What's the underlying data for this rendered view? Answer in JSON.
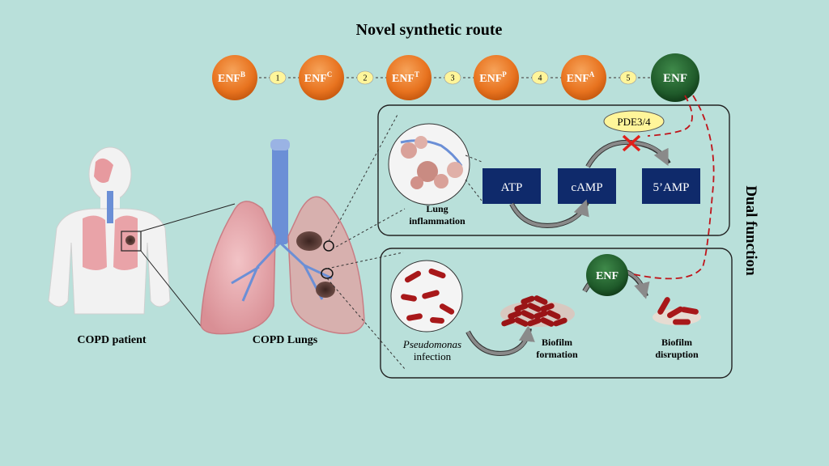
{
  "title": "Novel synthetic route",
  "route": {
    "intermediates": [
      {
        "base": "ENF",
        "sup": "B"
      },
      {
        "base": "ENF",
        "sup": "C"
      },
      {
        "base": "ENF",
        "sup": "T"
      },
      {
        "base": "ENF",
        "sup": "P"
      },
      {
        "base": "ENF",
        "sup": "A"
      }
    ],
    "steps": [
      "1",
      "2",
      "3",
      "4",
      "5"
    ],
    "final": "ENF"
  },
  "side_label": "Dual function",
  "patient_label": "COPD patient",
  "lungs_label": "COPD Lungs",
  "inflammation_panel": {
    "lung_label_line1": "Lung",
    "lung_label_line2": "inflammation",
    "enzyme": "PDE3/4",
    "boxes": [
      "ATP",
      "cAMP",
      "5’AMP"
    ]
  },
  "infection_panel": {
    "infection_label_line1": "Pseudomonas",
    "infection_label_line2": "infection",
    "enf_label": "ENF",
    "formation_line1": "Biofilm",
    "formation_line2": "formation",
    "disruption_line1": "Biofilm",
    "disruption_line2": "disruption"
  },
  "colors": {
    "background": "#b9e0da",
    "orange_node": "#e8731f",
    "green_node": "#1f5a2a",
    "navy_box": "#0f2a6b",
    "enzyme_fill": "#fff59a",
    "inhibit_mark": "#e0201a",
    "dashed_link": "#c0141a",
    "bacteria": "#a8181a"
  }
}
